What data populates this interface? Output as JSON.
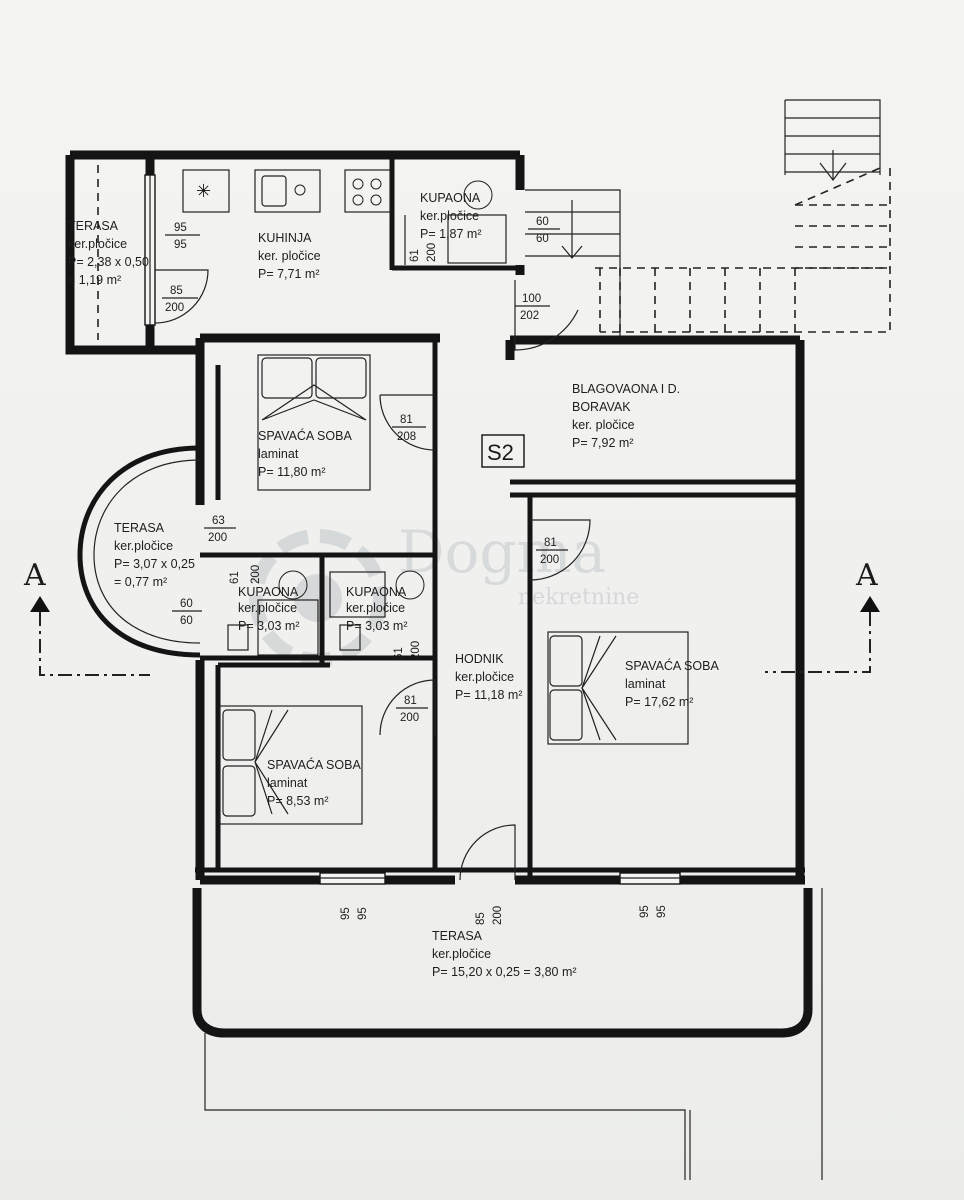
{
  "plan": {
    "unit_id": "S2",
    "watermark": {
      "brand": "Dogma",
      "sub": "nekretnine"
    },
    "section_marks": [
      "A",
      "A"
    ],
    "rooms": [
      {
        "id": "terasa-west",
        "name": "TERASA",
        "finish": "ker.pločice",
        "area": "P= 2,38 x 0,50",
        "area2": "= 1,19 m²"
      },
      {
        "id": "kuhinja",
        "name": "KUHINJA",
        "finish": "ker. pločice",
        "area": "P= 7,71 m²"
      },
      {
        "id": "kupaona-top",
        "name": "KUPAONA",
        "finish": "ker.pločice",
        "area": "P= 1,87 m²"
      },
      {
        "id": "blagovaona",
        "name": "BLAGOVAONA I D.",
        "name2": "BORAVAK",
        "finish": "ker. pločice",
        "area": "P= 7,92 m²"
      },
      {
        "id": "spavaca-1",
        "name": "SPAVAĆA SOBA",
        "finish": "laminat",
        "area": "P= 11,80 m²"
      },
      {
        "id": "terasa-round",
        "name": "TERASA",
        "finish": "ker.pločice",
        "area": "P= 3,07 x 0,25",
        "area2": "= 0,77 m²"
      },
      {
        "id": "kupaona-left",
        "name": "KUPAONA",
        "finish": "ker.pločice",
        "area": "P= 3,03 m²"
      },
      {
        "id": "kupaona-mid",
        "name": "KUPAONA",
        "finish": "ker.pločice",
        "area": "P= 3,03 m²"
      },
      {
        "id": "hodnik",
        "name": "HODNIK",
        "finish": "ker.pločice",
        "area": "P= 11,18 m²"
      },
      {
        "id": "spavaca-2",
        "name": "SPAVAĆA SOBA",
        "finish": "laminat",
        "area": "P= 17,62 m²"
      },
      {
        "id": "spavaca-3",
        "name": "SPAVAĆA SOBA",
        "finish": "laminat",
        "area": "P= 8,53 m²"
      },
      {
        "id": "terasa-south",
        "name": "TERASA",
        "finish": "ker.pločice",
        "area": "P= 15,20 x 0,25 = 3,80 m²"
      }
    ],
    "openings": [
      {
        "w": "95",
        "h": "95"
      },
      {
        "w": "85",
        "h": "200"
      },
      {
        "w": "61",
        "h": "200"
      },
      {
        "w": "60",
        "h": "60"
      },
      {
        "w": "100",
        "h": "202"
      },
      {
        "w": "81",
        "h": "208"
      },
      {
        "w": "63",
        "h": "200"
      },
      {
        "w": "61",
        "h": "200"
      },
      {
        "w": "60",
        "h": "60"
      },
      {
        "w": "61",
        "h": "200"
      },
      {
        "w": "81",
        "h": "200"
      },
      {
        "w": "81",
        "h": "200"
      },
      {
        "w": "95",
        "h": "95"
      },
      {
        "w": "85",
        "h": "200"
      },
      {
        "w": "95",
        "h": "95"
      }
    ]
  }
}
